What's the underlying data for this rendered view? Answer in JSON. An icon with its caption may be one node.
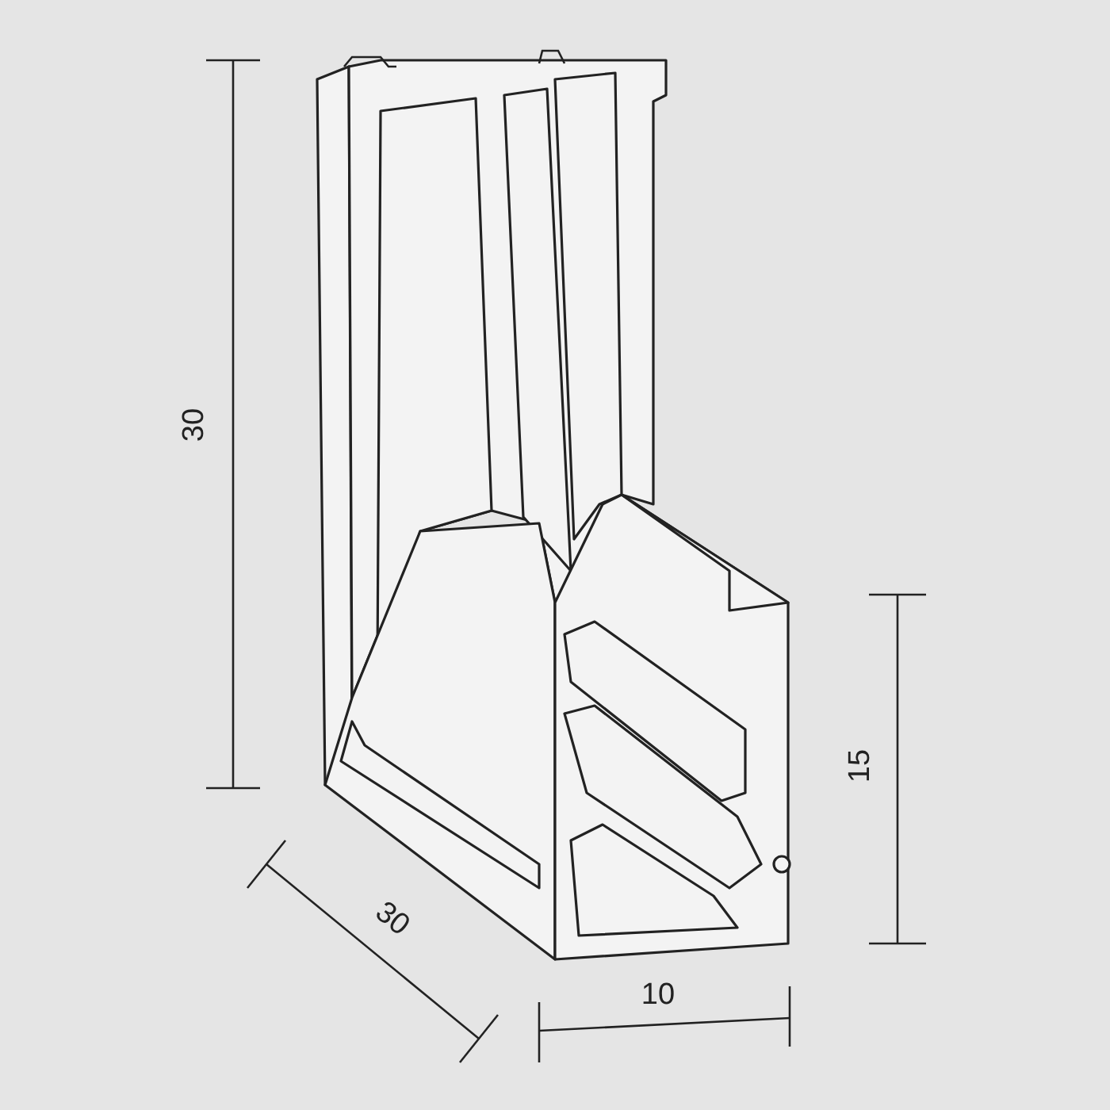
{
  "diagram": {
    "labels": [
      "30",
      "15",
      "30",
      "10"
    ]
  }
}
